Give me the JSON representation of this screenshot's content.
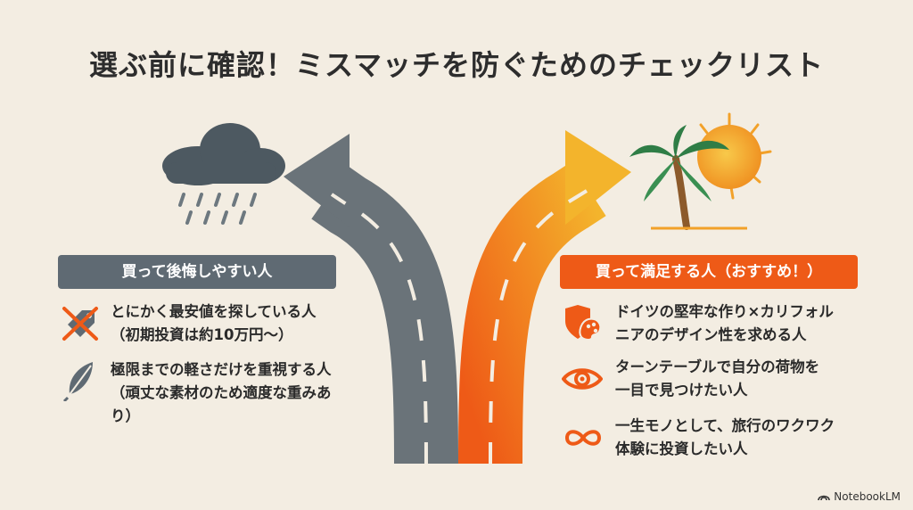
{
  "title": "選ぶ前に確認！ミスマッチを防ぐためのチェックリスト",
  "left": {
    "badge": "買って後悔しやすい人",
    "items": [
      {
        "icon": "no-price-tag-icon",
        "lines": [
          "とにかく最安値を探している人",
          "（初期投資は約10万円〜）"
        ]
      },
      {
        "icon": "feather-icon",
        "lines": [
          "極限までの軽さだけを重視する人",
          "（頑丈な素材のため適度な重みあ",
          "り）"
        ]
      }
    ]
  },
  "right": {
    "badge": "買って満足する人（おすすめ！）",
    "items": [
      {
        "icon": "shield-palette-icon",
        "lines": [
          "ドイツの堅牢な作り×カリフォル",
          "ニアのデザイン性を求める人"
        ]
      },
      {
        "icon": "eye-icon",
        "lines": [
          "ターンテーブルで自分の荷物を",
          "一目で見つけたい人"
        ]
      },
      {
        "icon": "infinity-icon",
        "lines": [
          "一生モノとして、旅行のワクワク",
          "体験に投資したい人"
        ]
      }
    ]
  },
  "brand": "NotebookLM",
  "colors": {
    "gray": "#5f6a73",
    "orange": "#ee5a17",
    "yellow": "#f3b42c",
    "background": "#f3ede2"
  }
}
